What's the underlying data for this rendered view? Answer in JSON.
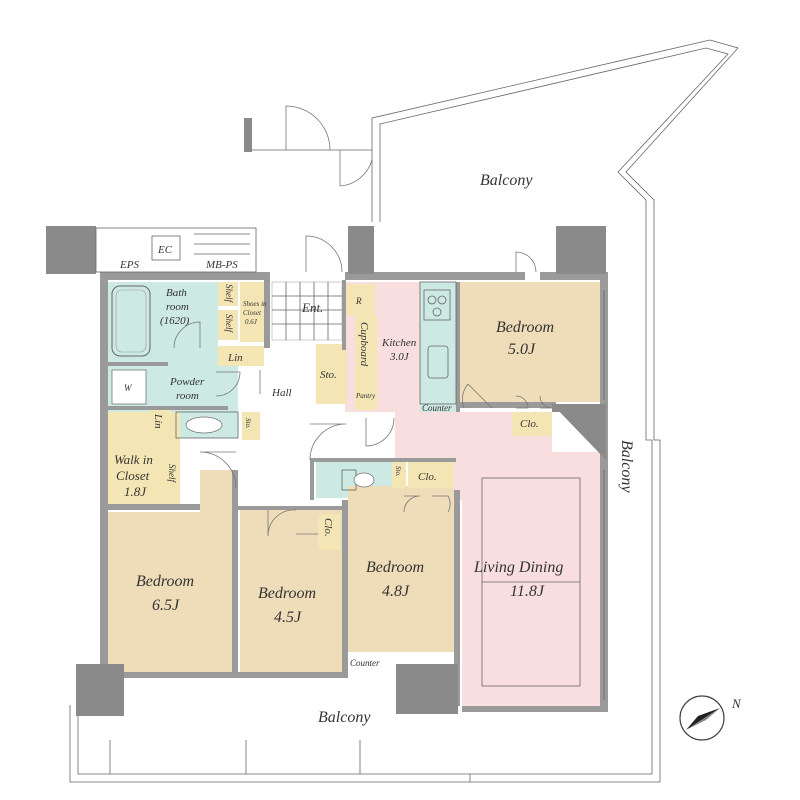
{
  "colors": {
    "bedroom": "#efdcb8",
    "living": "#f8dede",
    "wet": "#cde9e4",
    "storage": "#f3e6b4",
    "corridor": "#ffffff",
    "wall": "#9a9a9a"
  },
  "labels": {
    "balcony_top": "Balcony",
    "balcony_right": "Balcony",
    "balcony_bottom": "Balcony",
    "eps": "EPS",
    "ec": "EC",
    "mbps": "MB-PS",
    "ent": "Ent.",
    "hall": "Hall",
    "bath_1": "Bath",
    "bath_2": "room",
    "bath_3": "(1620)",
    "shelf_a": "Shelf",
    "shelf_b": "Shelf",
    "shoes_1": "Shoes in",
    "shoes_2": "Closet",
    "shoes_3": "0.6J",
    "lin_a": "Lin",
    "lin_b": "Lin",
    "w": "W",
    "powder_1": "Powder",
    "powder_2": "room",
    "sto_small": "Sto.",
    "sto_hall": "Sto.",
    "sto_wc": "Sto.",
    "refrig": "R",
    "cupboard": "Cupboard",
    "pantry": "Pantry",
    "kitchen_1": "Kitchen",
    "kitchen_2": "3.0J",
    "counter_kitchen": "Counter",
    "counter_bed": "Counter",
    "bed_ne_1": "Bedroom",
    "bed_ne_2": "5.0J",
    "clo_ne": "Clo.",
    "clo_mid": "Clo.",
    "clo_45": "Clo.",
    "walkin_1": "Walk in",
    "walkin_2": "Closet",
    "walkin_3": "1.8J",
    "shelf_walkin": "Shelf",
    "bed_65_1": "Bedroom",
    "bed_65_2": "6.5J",
    "bed_45_1": "Bedroom",
    "bed_45_2": "4.5J",
    "bed_48_1": "Bedroom",
    "bed_48_2": "4.8J",
    "living_1": "Living Dining",
    "living_2": "11.8J",
    "compass_n": "N"
  }
}
